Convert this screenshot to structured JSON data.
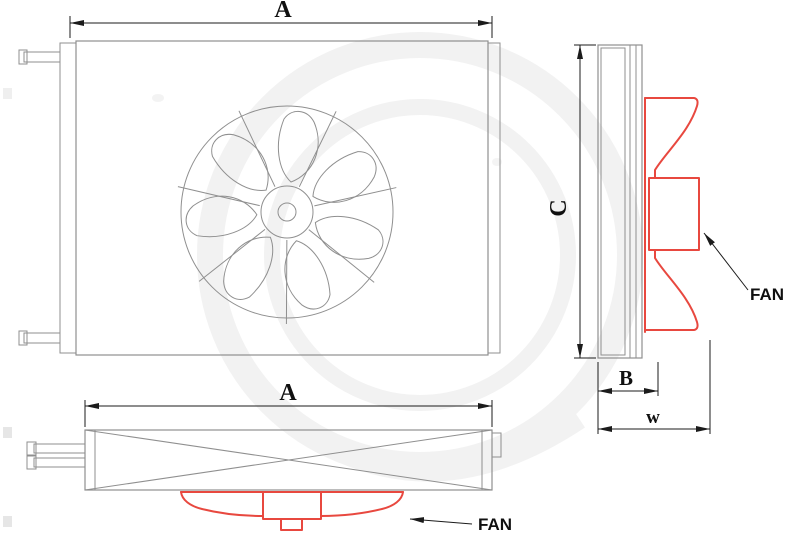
{
  "views": {
    "front": {
      "dim_width_label": "A"
    },
    "side": {
      "dim_height_label": "C",
      "dim_depth_label": "B",
      "dim_overall_width_label": "w",
      "fan_callout": "FAN"
    },
    "bottom": {
      "dim_width_label": "A",
      "fan_callout": "FAN"
    }
  },
  "colors": {
    "outline": "#8f8f8f",
    "dimension": "#1b1b1b",
    "fan": "#e8483f",
    "watermark": "#f2f2f2"
  }
}
